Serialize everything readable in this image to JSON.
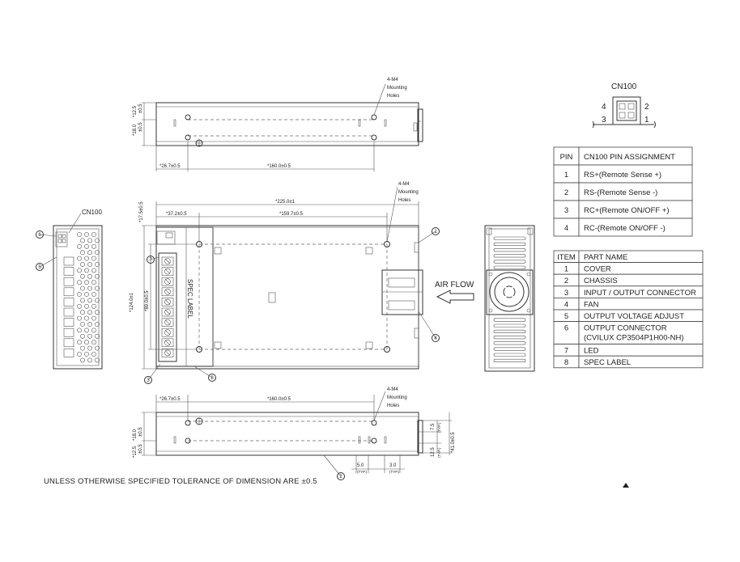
{
  "mounting_holes_label": [
    "4-M4",
    "Mounting",
    "Holes"
  ],
  "dimensions": {
    "top_view_height_1": "*12.5",
    "top_view_tol_1": "±0.5",
    "top_view_height_2": "*18.0",
    "top_view_tol_2": "±0.5",
    "top_view_offset": "*26.7±0.5",
    "top_view_span": "*160.0±0.5",
    "front_total_length": "*225.0±1",
    "front_offset": "*37.2±0.5",
    "front_span": "*159.7±0.5",
    "front_height_top": "*17.5±0.5",
    "front_height_total": "*124.0±1",
    "front_height_holes": "*89.0±0.5",
    "bottom_view_offset": "*26.7±0.5",
    "bottom_view_span": "*160.0±0.5",
    "bottom_height_1": "*18.0",
    "bottom_tol_1": "±0.5",
    "bottom_height_2": "*12.5",
    "bottom_tol_2": "±0.5",
    "bottom_right_1": "7.5",
    "bottom_right_1_note": "(TYP.)",
    "bottom_right_2": "12.5",
    "bottom_right_2_note": "(TYP.)",
    "bottom_right_total": "*41.0±0.5",
    "bottom_small_1": "5.0",
    "bottom_small_1_note": "(TYP.)",
    "bottom_small_2": "3.0",
    "bottom_small_2_note": "(TYP.)"
  },
  "spec_label_text": "SPEC LABEL",
  "cn100_side_label": "CN100",
  "air_flow_label": "AIR FLOW",
  "cn100_title": "CN100",
  "cn100_pins": {
    "p4": "4",
    "p2": "2",
    "p3": "3",
    "p1": "1"
  },
  "callouts": [
    "1",
    "2",
    "3",
    "4",
    "5",
    "6",
    "7",
    "8"
  ],
  "pin_table": {
    "headers": [
      "PIN",
      "CN100 PIN ASSIGNMENT"
    ],
    "rows": [
      [
        "1",
        "RS+(Remote Sense +)"
      ],
      [
        "2",
        "RS-(Remote Sense -)"
      ],
      [
        "3",
        "RC+(Remote ON/OFF +)"
      ],
      [
        "4",
        "RC-(Remote ON/OFF -)"
      ]
    ]
  },
  "parts_table": {
    "headers": [
      "ITEM",
      "PART NAME"
    ],
    "rows": [
      [
        "1",
        "COVER"
      ],
      [
        "2",
        "CHASSIS"
      ],
      [
        "3",
        "INPUT / OUTPUT CONNECTOR"
      ],
      [
        "4",
        "FAN"
      ],
      [
        "5",
        "OUTPUT VOLTAGE ADJUST"
      ],
      [
        "6",
        "OUTPUT CONNECTOR\n(CVILUX CP3504P1H00-NH)"
      ],
      [
        "7",
        "LED"
      ],
      [
        "8",
        "SPEC LABEL"
      ]
    ]
  },
  "footnote": "UNLESS OTHERWISE SPECIFIED TOLERANCE OF DIMENSION ARE ±0.5"
}
